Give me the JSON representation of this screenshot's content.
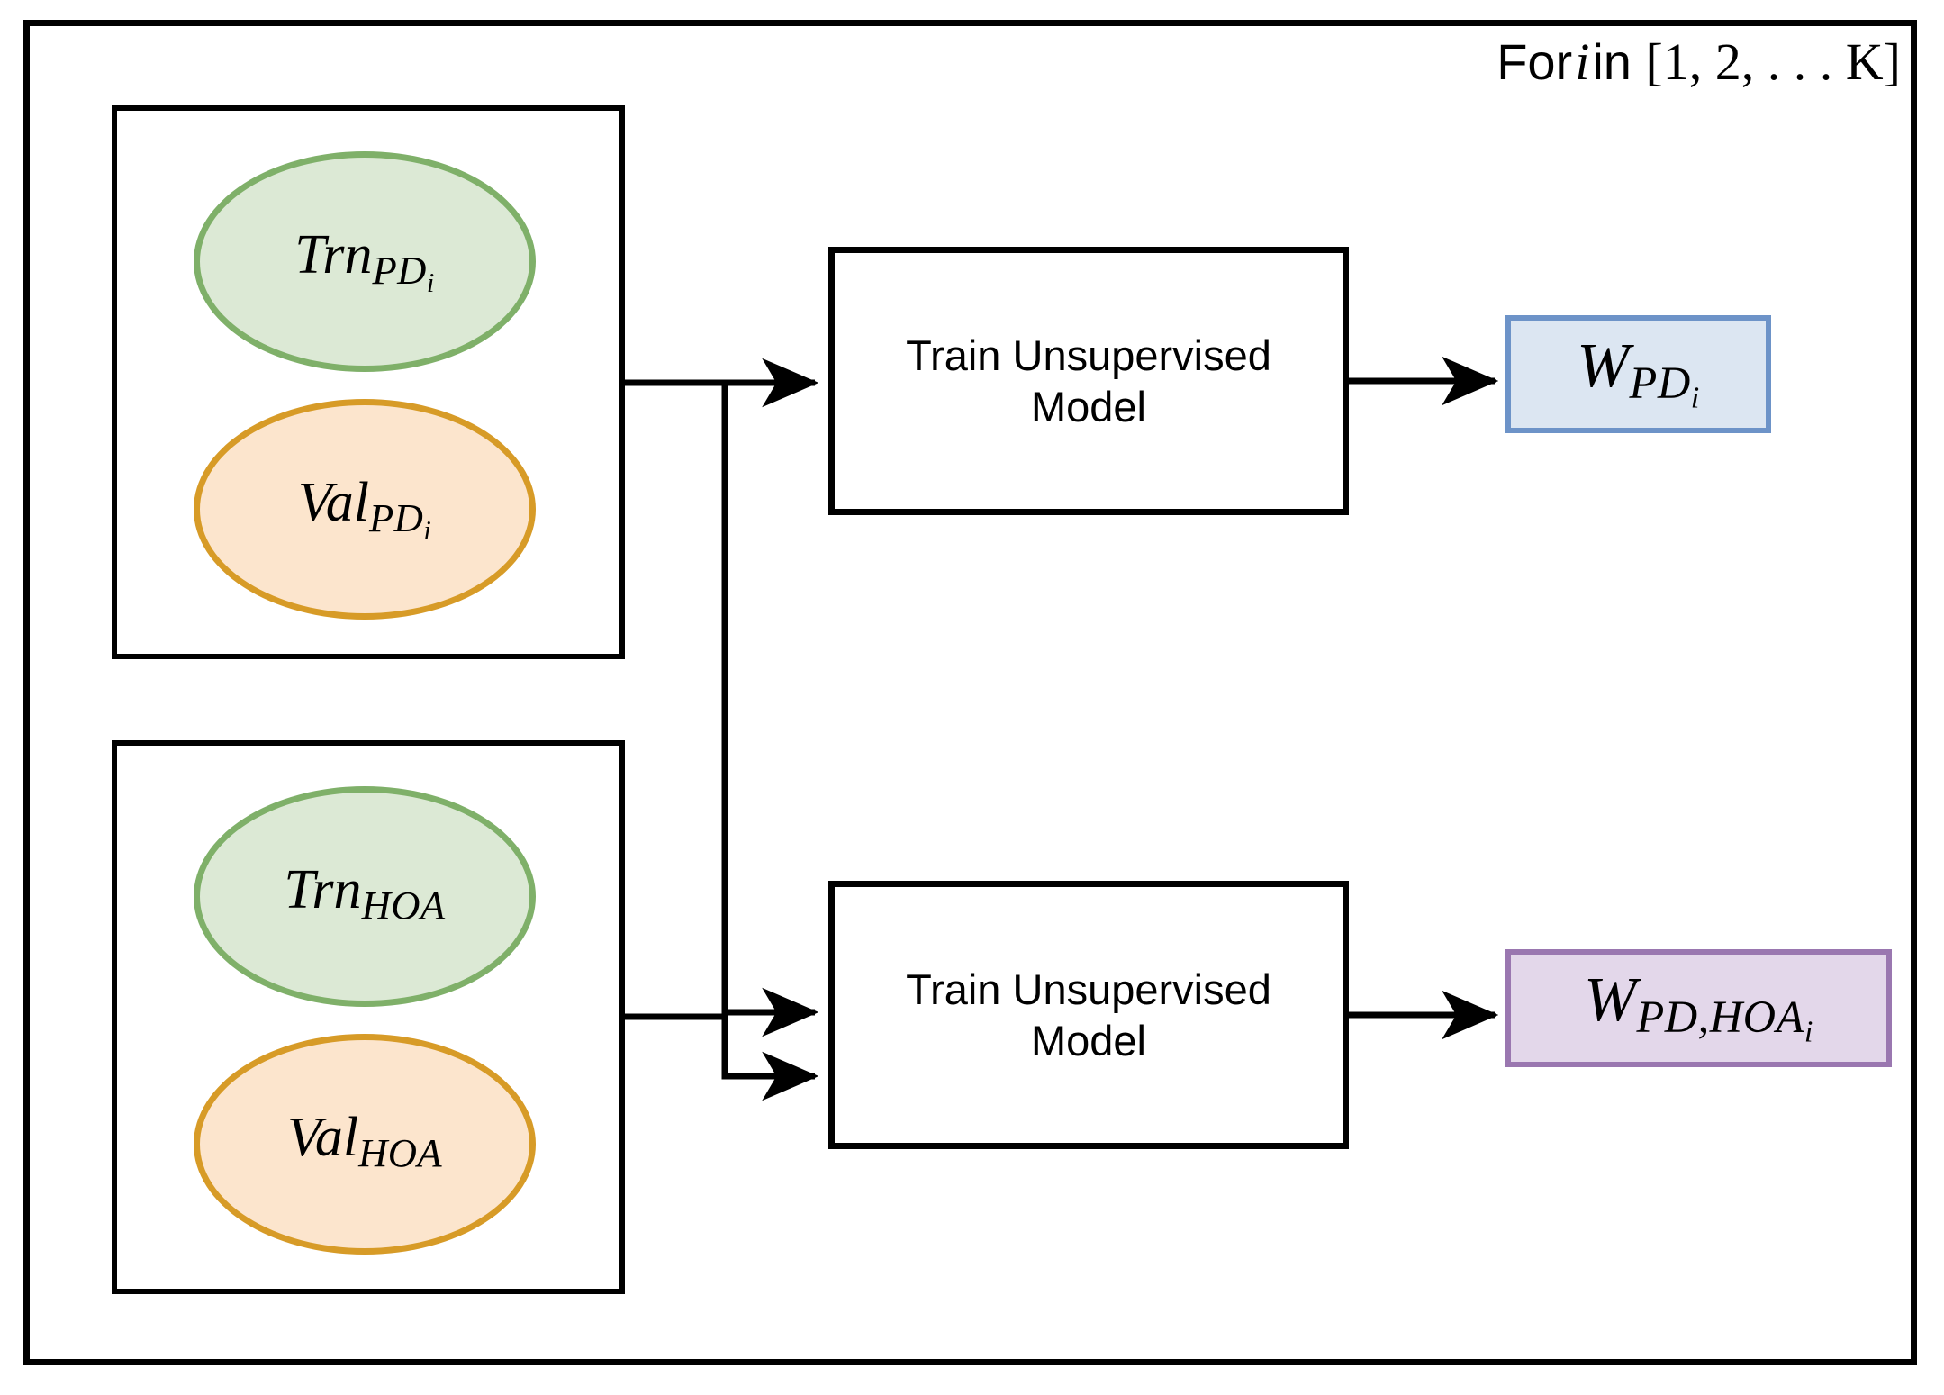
{
  "diagram": {
    "title_loop": {
      "prefix": "For",
      "index_var": "i",
      "connector": "in",
      "range": "[1, 2, . . . K]"
    },
    "groups": [
      {
        "name": "pd-group",
        "nodes": [
          {
            "base": "Trn",
            "sub": "PD",
            "sub2": "i",
            "shape": "ellipse",
            "fill": "#dce9d5",
            "stroke": "#7fb069"
          },
          {
            "base": "Val",
            "sub": "PD",
            "sub2": "i",
            "shape": "ellipse",
            "fill": "#fce5cd",
            "stroke": "#d79b27"
          }
        ]
      },
      {
        "name": "hoa-group",
        "nodes": [
          {
            "base": "Trn",
            "sub": "HOA",
            "sub2": "",
            "shape": "ellipse",
            "fill": "#dce9d5",
            "stroke": "#7fb069"
          },
          {
            "base": "Val",
            "sub": "HOA",
            "sub2": "",
            "shape": "ellipse",
            "fill": "#fce5cd",
            "stroke": "#d79b27"
          }
        ]
      }
    ],
    "processes": [
      {
        "name": "train-unsupervised-pd",
        "line1": "Train Unsupervised",
        "line2": "Model"
      },
      {
        "name": "train-unsupervised-pd-hoa",
        "line1": "Train Unsupervised",
        "line2": "Model"
      }
    ],
    "outputs": [
      {
        "name": "w-pd",
        "base": "W",
        "sub": "PD",
        "sub2": "i",
        "fill": "#dce6f2",
        "stroke": "#6d93c8"
      },
      {
        "name": "w-pd-hoa",
        "base": "W",
        "sub": "PD,HOA",
        "sub2": "i",
        "fill": "#e3d7ea",
        "stroke": "#9a77b0"
      }
    ],
    "edges": [
      {
        "name": "pd-group-to-train-pd",
        "from": "pd-group",
        "to": "train-unsupervised-pd"
      },
      {
        "name": "pd-group-to-train-pd-hoa",
        "from": "pd-group",
        "to": "train-unsupervised-pd-hoa"
      },
      {
        "name": "hoa-group-to-train-pd-hoa",
        "from": "hoa-group",
        "to": "train-unsupervised-pd-hoa"
      },
      {
        "name": "train-pd-to-w-pd",
        "from": "train-unsupervised-pd",
        "to": "w-pd"
      },
      {
        "name": "train-pd-hoa-to-w-pd-hoa",
        "from": "train-unsupervised-pd-hoa",
        "to": "w-pd-hoa"
      }
    ],
    "colors": {
      "frame": "#000000",
      "edge": "#000000",
      "background": "#ffffff"
    }
  }
}
